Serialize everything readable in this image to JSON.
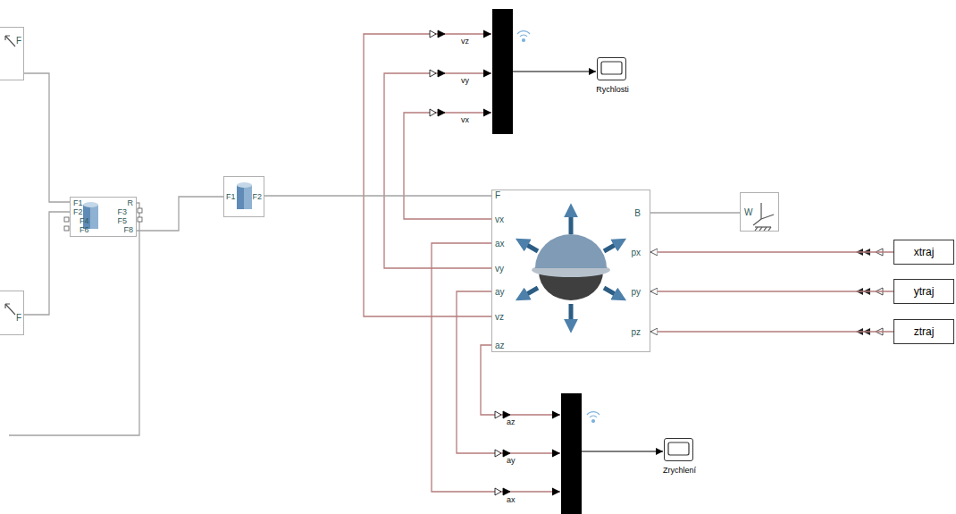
{
  "diagram": {
    "nodes": [
      {
        "text": [
          "F"
        ]
      },
      {
        "text": [
          "F"
        ]
      },
      {
        "text": [
          "F1",
          "R",
          "F2",
          "F3",
          "F4",
          "F5",
          "F6",
          "F8"
        ]
      },
      {
        "text": [
          "F1",
          "F2"
        ]
      },
      {
        "text": [
          "F",
          "B",
          "vx",
          "ax",
          "px",
          "vy",
          "ay",
          "py",
          "vz",
          "pz",
          "az"
        ]
      },
      {
        "text": [
          "W"
        ]
      },
      {
        "text": [
          "Rychlosti"
        ]
      },
      {
        "text": [
          "Zrychlení"
        ]
      },
      {
        "text": [
          "xtraj"
        ]
      },
      {
        "text": [
          "ytraj"
        ]
      },
      {
        "text": [
          "ztraj"
        ]
      }
    ],
    "edges": [
      {
        "from": 0,
        "to": 2,
        "arrow": "none"
      },
      {
        "from": 1,
        "to": 2,
        "arrow": "none"
      },
      {
        "from": 2,
        "to": 3,
        "arrow": "none"
      },
      {
        "from": 3,
        "to": 4,
        "arrow": "none"
      },
      {
        "from": 4,
        "to": 5,
        "arrow": "none"
      },
      {
        "from": 8,
        "to": 4,
        "arrow": "to"
      },
      {
        "from": 9,
        "to": 4,
        "arrow": "to"
      },
      {
        "from": 10,
        "to": 4,
        "arrow": "to"
      }
    ],
    "labels": [
      "vz",
      "vy",
      "vx",
      "az",
      "ay",
      "ax"
    ]
  }
}
